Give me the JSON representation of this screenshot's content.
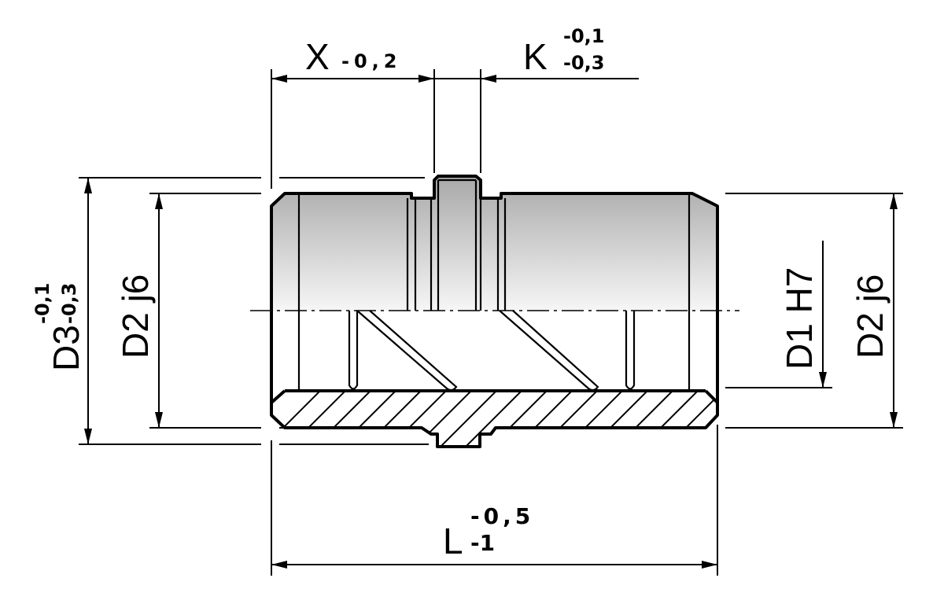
{
  "dimensions": {
    "x": {
      "symbol": "X",
      "tolerance": "-0,2"
    },
    "k": {
      "symbol": "K",
      "tol_upper": "-0,1",
      "tol_lower": "-0,3"
    },
    "l": {
      "symbol": "L",
      "tol_upper": "-0,5",
      "tol_lower": "-1"
    },
    "d3": {
      "symbol": "D3",
      "tol_upper": "-0,1",
      "tol_lower": "-0,3"
    },
    "d2_left": {
      "label": "D2 j6"
    },
    "d1": {
      "label": "D1 H7"
    },
    "d2_right": {
      "label": "D2 j6"
    }
  },
  "colors": {
    "line": "#000000",
    "shade_light": "#f4f4f4",
    "shade_dark": "#a8a8a8",
    "background": "#ffffff"
  }
}
